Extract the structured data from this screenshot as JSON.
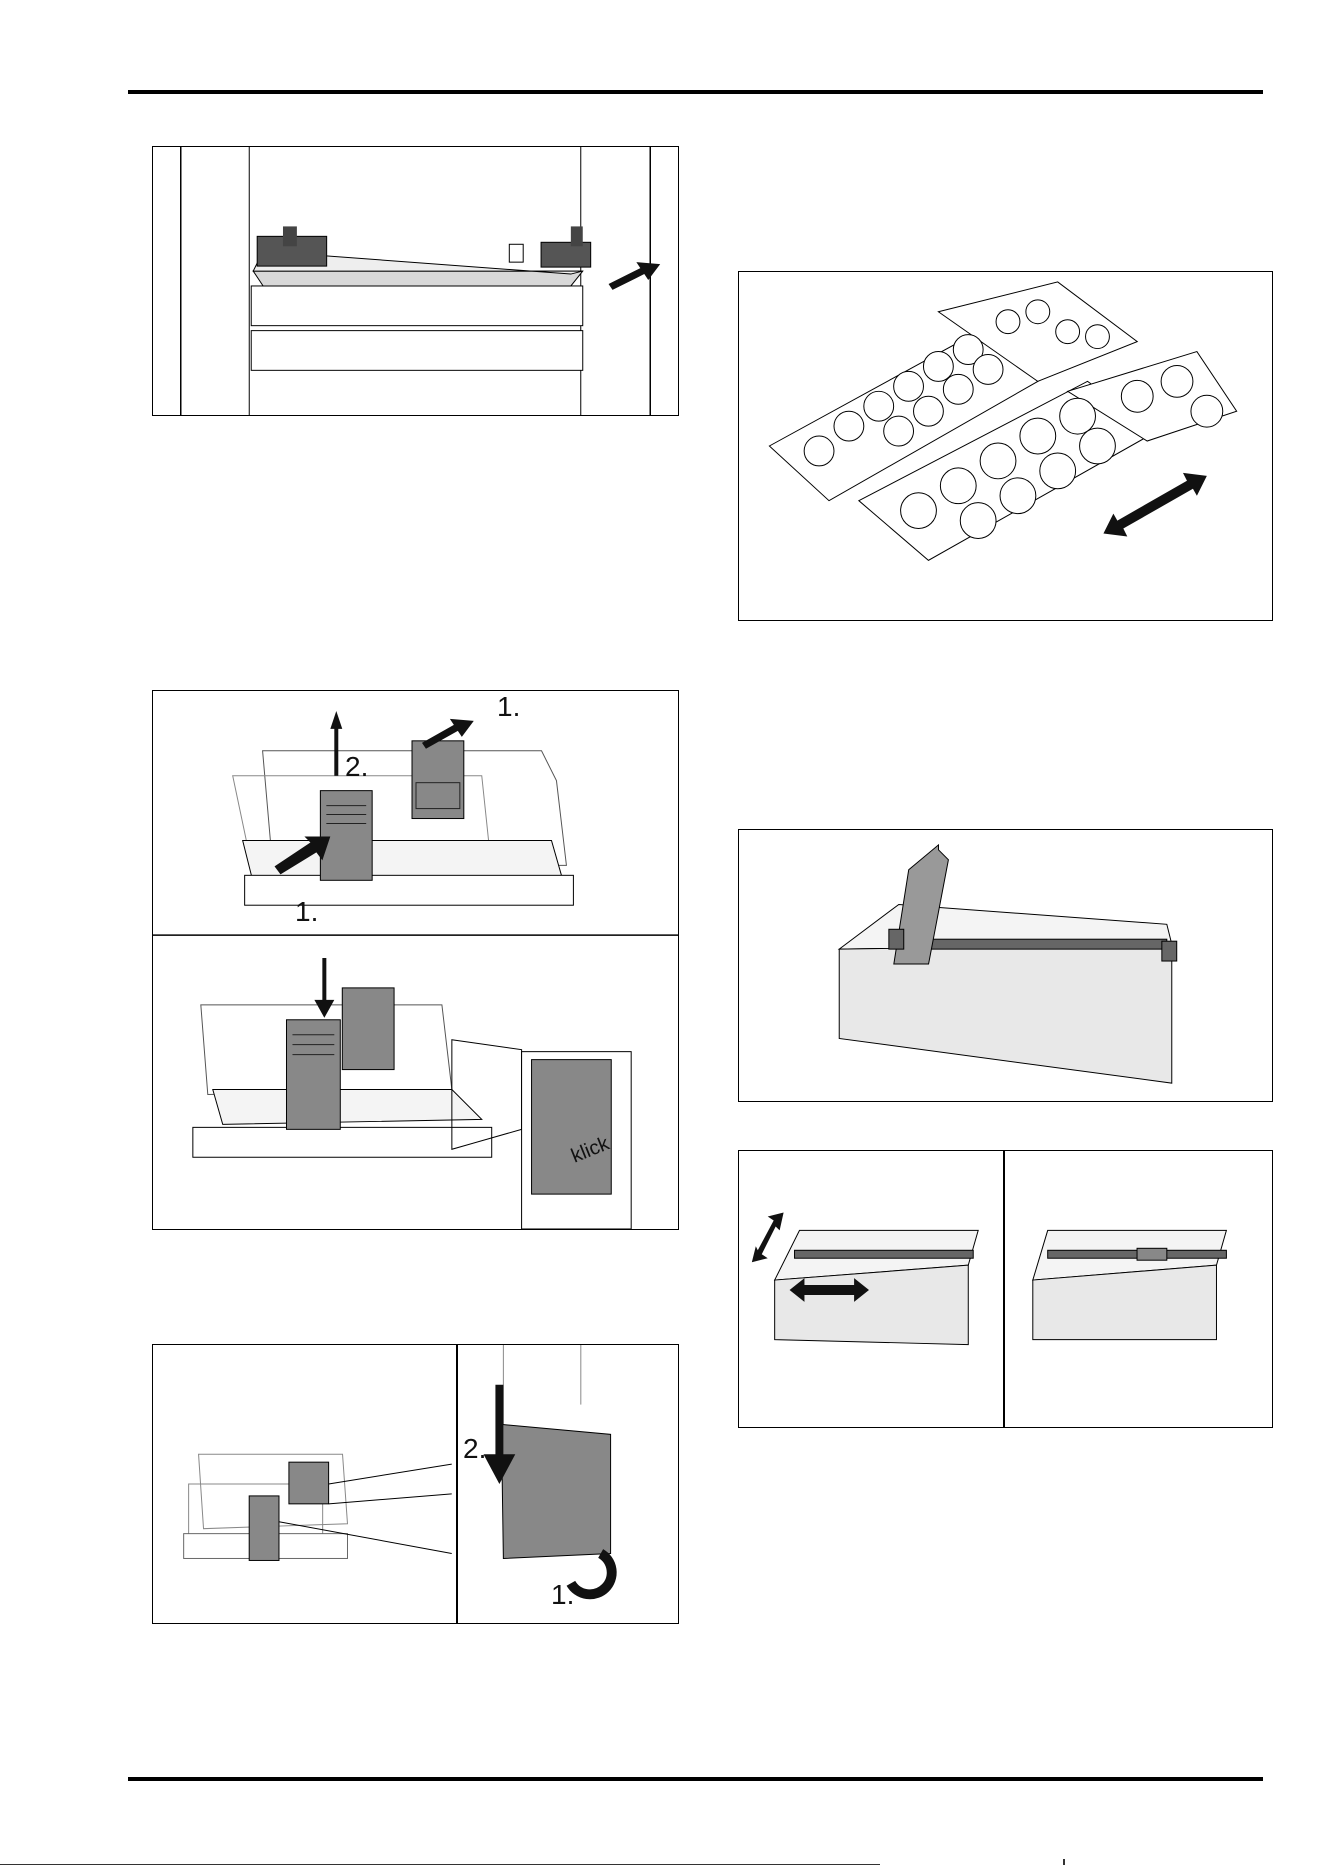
{
  "figures": {
    "shelf_rail": {},
    "divider_insert": {
      "labels": {
        "step1_top": "1.",
        "step2": "2.",
        "step1_bottom": "1."
      },
      "click_text": "klick"
    },
    "divider_remove": {
      "labels": {
        "step2": "2.",
        "step1": "1."
      }
    },
    "egg_trays": {},
    "bottle_drawer": {},
    "drawer_rail_adjust": {}
  }
}
